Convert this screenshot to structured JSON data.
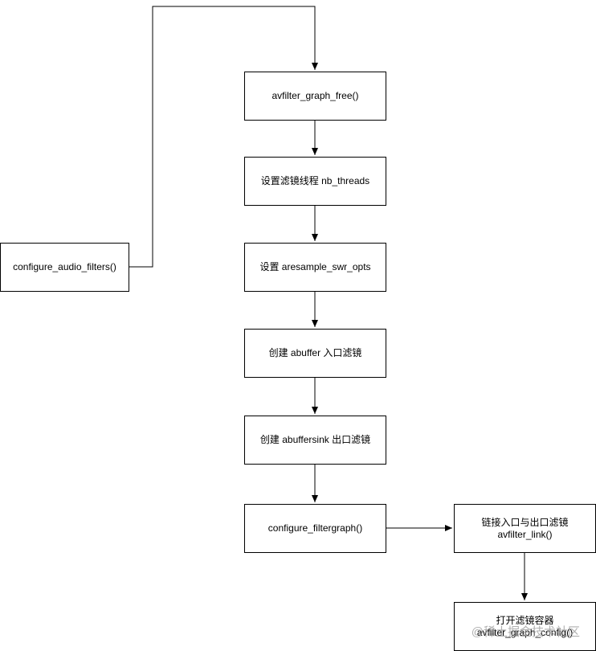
{
  "nodes": {
    "configure_audio_filters": "configure_audio_filters()",
    "graph_free": "avfilter_graph_free()",
    "set_threads": "设置滤镜线程 nb_threads",
    "set_swr_opts": "设置 aresample_swr_opts",
    "create_abuffer": "创建 abuffer 入口滤镜",
    "create_abuffersink": "创建 abuffersink 出口滤镜",
    "configure_filtergraph": "configure_filtergraph()",
    "link_line1": "链接入口与出口滤镜",
    "link_line2": "avfilter_link()",
    "open_line1": "打开滤镜容器",
    "open_line2": "avfilter_graph_config()"
  },
  "watermark": "@稀土掘金技术社区",
  "colors": {
    "stroke": "#000000",
    "fill": "#ffffff",
    "text": "#000000"
  }
}
